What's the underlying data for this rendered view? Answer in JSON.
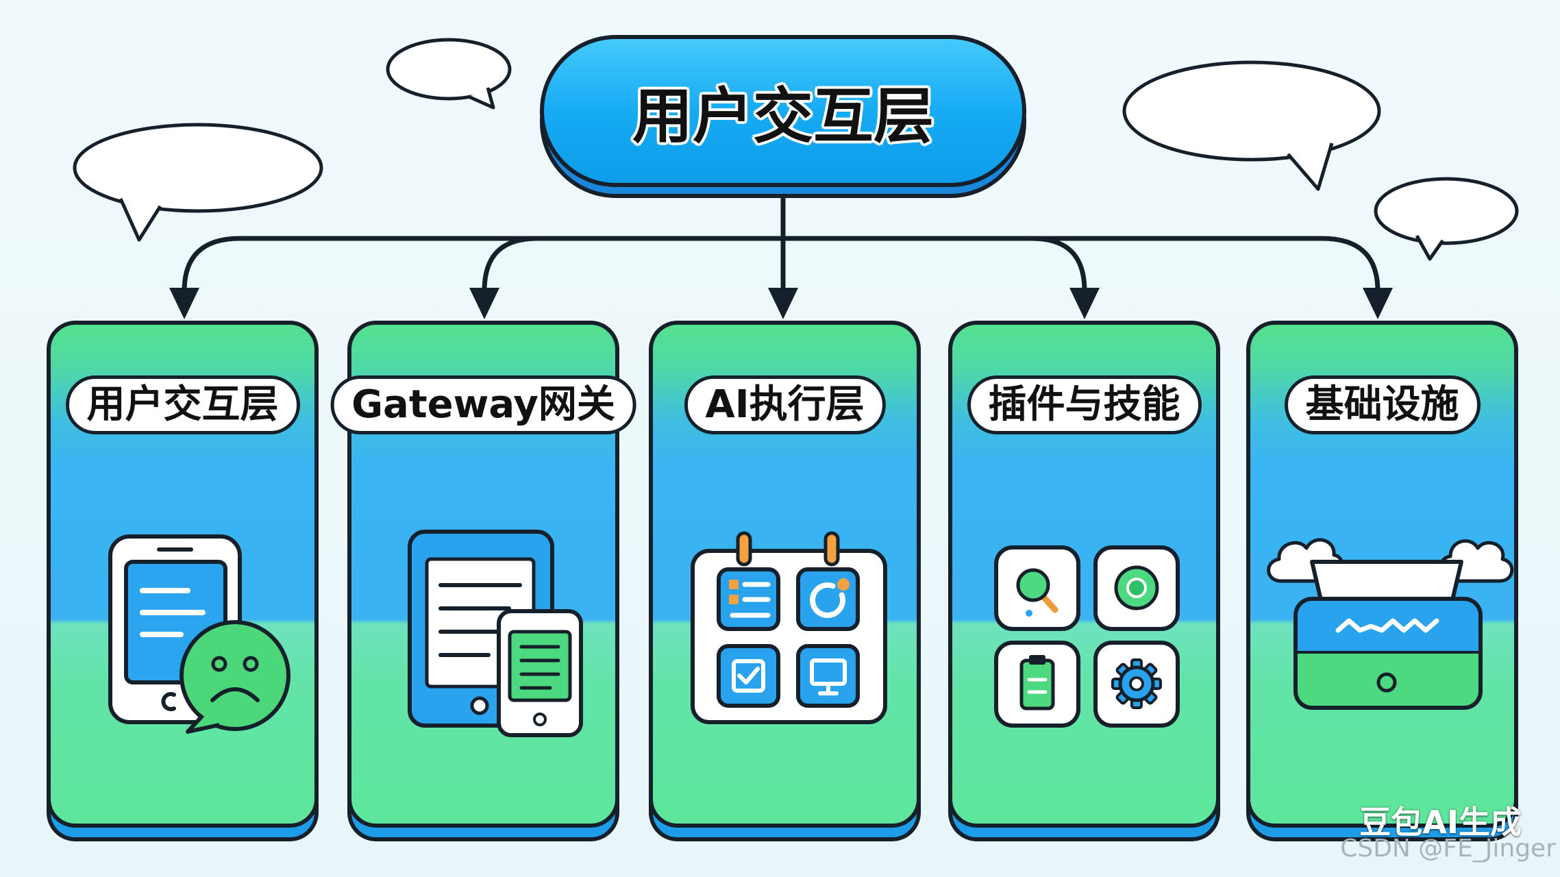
{
  "hub": {
    "title": "用户交互层"
  },
  "layers": [
    {
      "label": "用户交互层",
      "icon": "phone-chat-icon"
    },
    {
      "label": "Gateway网关",
      "icon": "tablet-phone-icon"
    },
    {
      "label": "AI执行层",
      "icon": "calendar-grid-icon"
    },
    {
      "label": "插件与技能",
      "icon": "plugin-tiles-icon"
    },
    {
      "label": "基础设施",
      "icon": "cloud-server-icon"
    }
  ],
  "watermark": {
    "brand": "豆包AI生成",
    "credit": "CSDN @FE_Jinger"
  },
  "colors": {
    "hub_blue": "#17abf4",
    "card_green": "#55e08e",
    "card_blue": "#3ab4f2",
    "accent_orange": "#f5a142",
    "outline": "#15202b"
  }
}
